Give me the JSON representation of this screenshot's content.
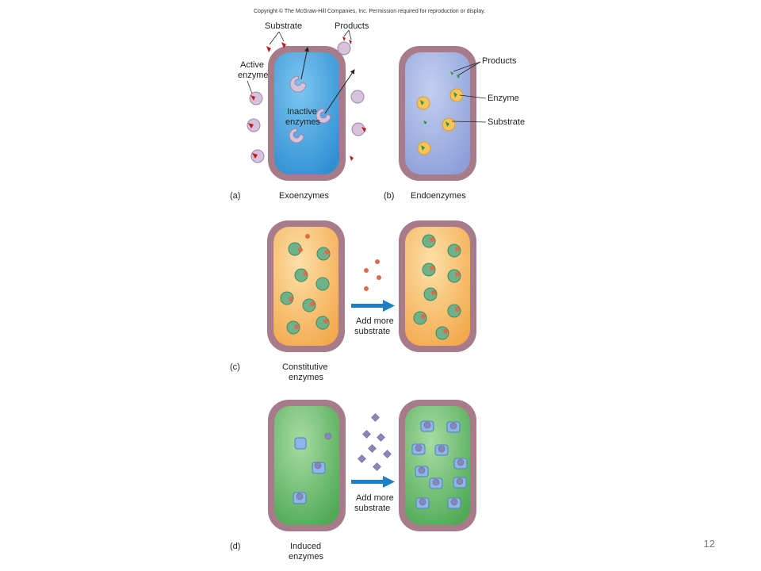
{
  "copyright": "Copyright © The McGraw-Hill Companies, Inc. Permission required for reproduction or display.",
  "page_number": "12",
  "panel_a": {
    "letter": "(a)",
    "title": "Exoenzymes",
    "substrate_label": "Substrate",
    "products_label": "Products",
    "active_label_1": "Active",
    "active_label_2": "enzyme",
    "inactive_label_1": "Inactive",
    "inactive_label_2": "enzymes"
  },
  "panel_b": {
    "letter": "(b)",
    "title": "Endoenzymes",
    "products_label": "Products",
    "enzyme_label": "Enzyme",
    "substrate_label": "Substrate"
  },
  "panel_c": {
    "letter": "(c)",
    "title_1": "Constitutive",
    "title_2": "enzymes",
    "arrow_label_1": "Add more",
    "arrow_label_2": "substrate"
  },
  "panel_d": {
    "letter": "(d)",
    "title_1": "Induced",
    "title_2": "enzymes",
    "arrow_label_1": "Add more",
    "arrow_label_2": "substrate"
  },
  "colors": {
    "membrane": "#a87b8a",
    "cell_a": "#3c9fde",
    "cell_b": "#9aacdf",
    "cell_c": "#f6b860",
    "cell_d": "#6cbb6a",
    "arrow": "#1e7fc7",
    "substrate_red": "#c01a1a",
    "product_green": "#2a9a3a"
  }
}
